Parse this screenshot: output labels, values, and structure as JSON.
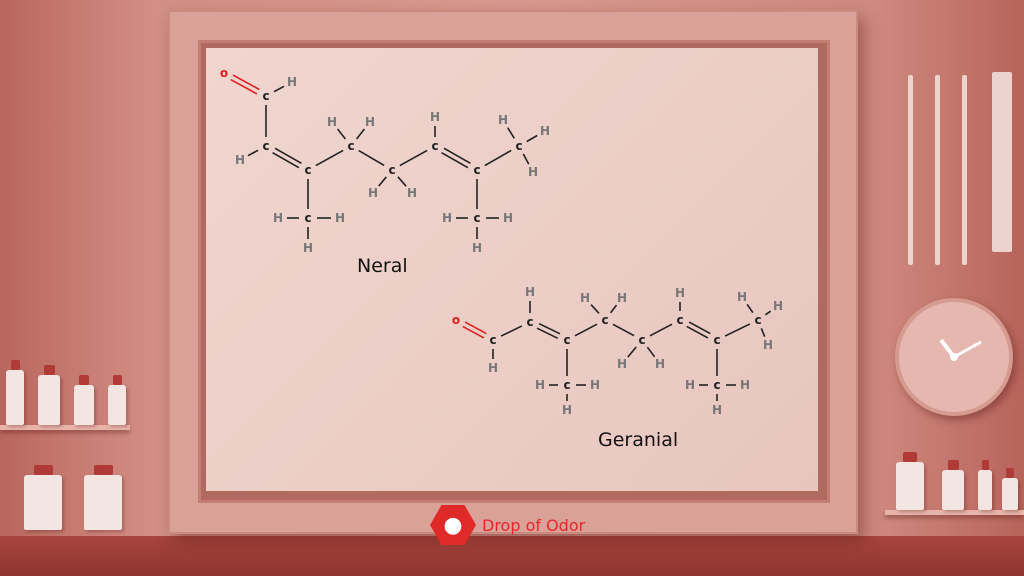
{
  "molecules": [
    {
      "name": "Neral",
      "atoms": [
        "O",
        "C",
        "H",
        "C",
        "H",
        "C",
        "C",
        "H",
        "H",
        "H",
        "C",
        "H",
        "H",
        "C",
        "H",
        "H",
        "C",
        "H",
        "C",
        "C",
        "H",
        "H",
        "H",
        "C",
        "H",
        "H",
        "H"
      ]
    },
    {
      "name": "Geranial",
      "atoms": [
        "O",
        "C",
        "H",
        "C",
        "H",
        "C",
        "C",
        "H",
        "H",
        "H",
        "C",
        "H",
        "H",
        "C",
        "H",
        "H",
        "C",
        "H",
        "C",
        "C",
        "H",
        "H",
        "H",
        "C",
        "H",
        "H",
        "H"
      ]
    }
  ],
  "logo": {
    "text": "Drop of Odor",
    "icon": "droplet-icon"
  },
  "colors": {
    "oxygen": "#e02020",
    "bond": "#222222",
    "hydrogen": "#777777",
    "brand": "#e8262a"
  }
}
